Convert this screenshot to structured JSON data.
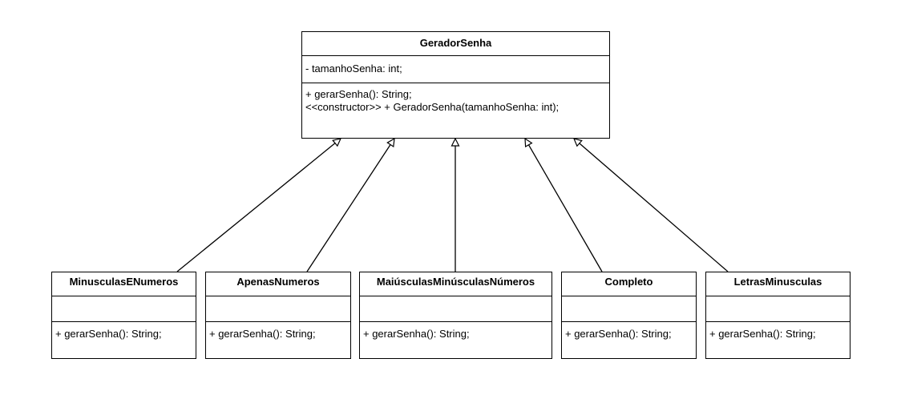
{
  "parent": {
    "name": "GeradorSenha",
    "attributes": [
      "- tamanhoSenha: int;"
    ],
    "operations": [
      "+ gerarSenha(): String;",
      "<<constructor>> + GeradorSenha(tamanhoSenha: int);"
    ]
  },
  "children": [
    {
      "name": "MinusculasENumeros",
      "operations": [
        "+ gerarSenha(): String;"
      ]
    },
    {
      "name": "ApenasNumeros",
      "operations": [
        "+ gerarSenha(): String;"
      ]
    },
    {
      "name": "MaiúsculasMinúsculasNúmeros",
      "operations": [
        "+ gerarSenha(): String;"
      ]
    },
    {
      "name": "Completo",
      "operations": [
        "+ gerarSenha(): String;"
      ]
    },
    {
      "name": "LetrasMinusculas",
      "operations": [
        "+ gerarSenha(): String;"
      ]
    }
  ],
  "relationships": [
    {
      "type": "generalization",
      "from": "MinusculasENumeros",
      "to": "GeradorSenha"
    },
    {
      "type": "generalization",
      "from": "ApenasNumeros",
      "to": "GeradorSenha"
    },
    {
      "type": "generalization",
      "from": "MaiúsculasMinúsculasNúmeros",
      "to": "GeradorSenha"
    },
    {
      "type": "generalization",
      "from": "Completo",
      "to": "GeradorSenha"
    },
    {
      "type": "generalization",
      "from": "LetrasMinusculas",
      "to": "GeradorSenha"
    }
  ],
  "colors": {
    "stroke": "#000000",
    "background": "#ffffff"
  }
}
